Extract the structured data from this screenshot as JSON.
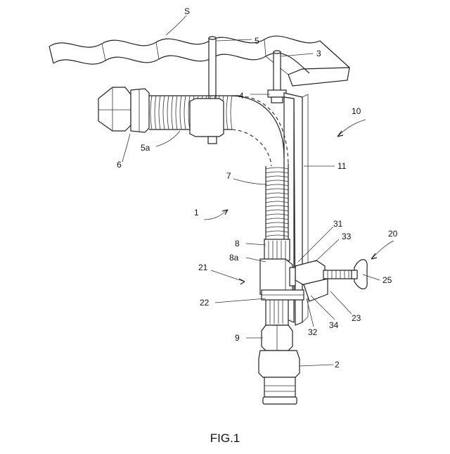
{
  "figure": {
    "caption": "FIG.1",
    "labels": {
      "S": "S",
      "n5": "5",
      "n3": "3",
      "n4": "4",
      "n10": "10",
      "n6": "6",
      "n5a": "5a",
      "n7": "7",
      "n11": "11",
      "n1": "1",
      "n31": "31",
      "n33": "33",
      "n20": "20",
      "n8": "8",
      "n8a": "8a",
      "n21": "21",
      "n25": "25",
      "n22": "22",
      "n23": "23",
      "n32": "32",
      "n34": "34",
      "n9": "9",
      "n2": "2"
    }
  }
}
